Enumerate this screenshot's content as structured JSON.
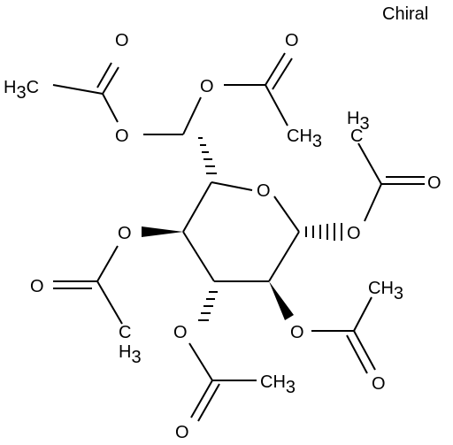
{
  "label": "Chiral",
  "atoms": {
    "oxygen": "O",
    "carbon": "C",
    "hydrogen": "H",
    "h_count": "3"
  }
}
